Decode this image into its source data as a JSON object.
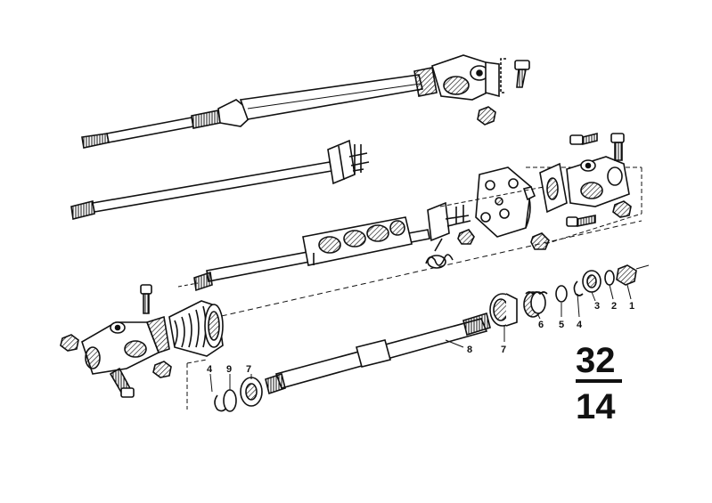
{
  "diagram": {
    "group_number": "32",
    "subgroup_number": "14",
    "callouts": {
      "c1": "1",
      "c2": "2",
      "c3": "3",
      "c4a": "4",
      "c5": "5",
      "c6": "6",
      "c7a": "7",
      "c8": "8",
      "c4b": "4",
      "c9": "9",
      "c7b": "7"
    }
  },
  "colors": {
    "ink": "#111111",
    "paper": "#ffffff"
  }
}
